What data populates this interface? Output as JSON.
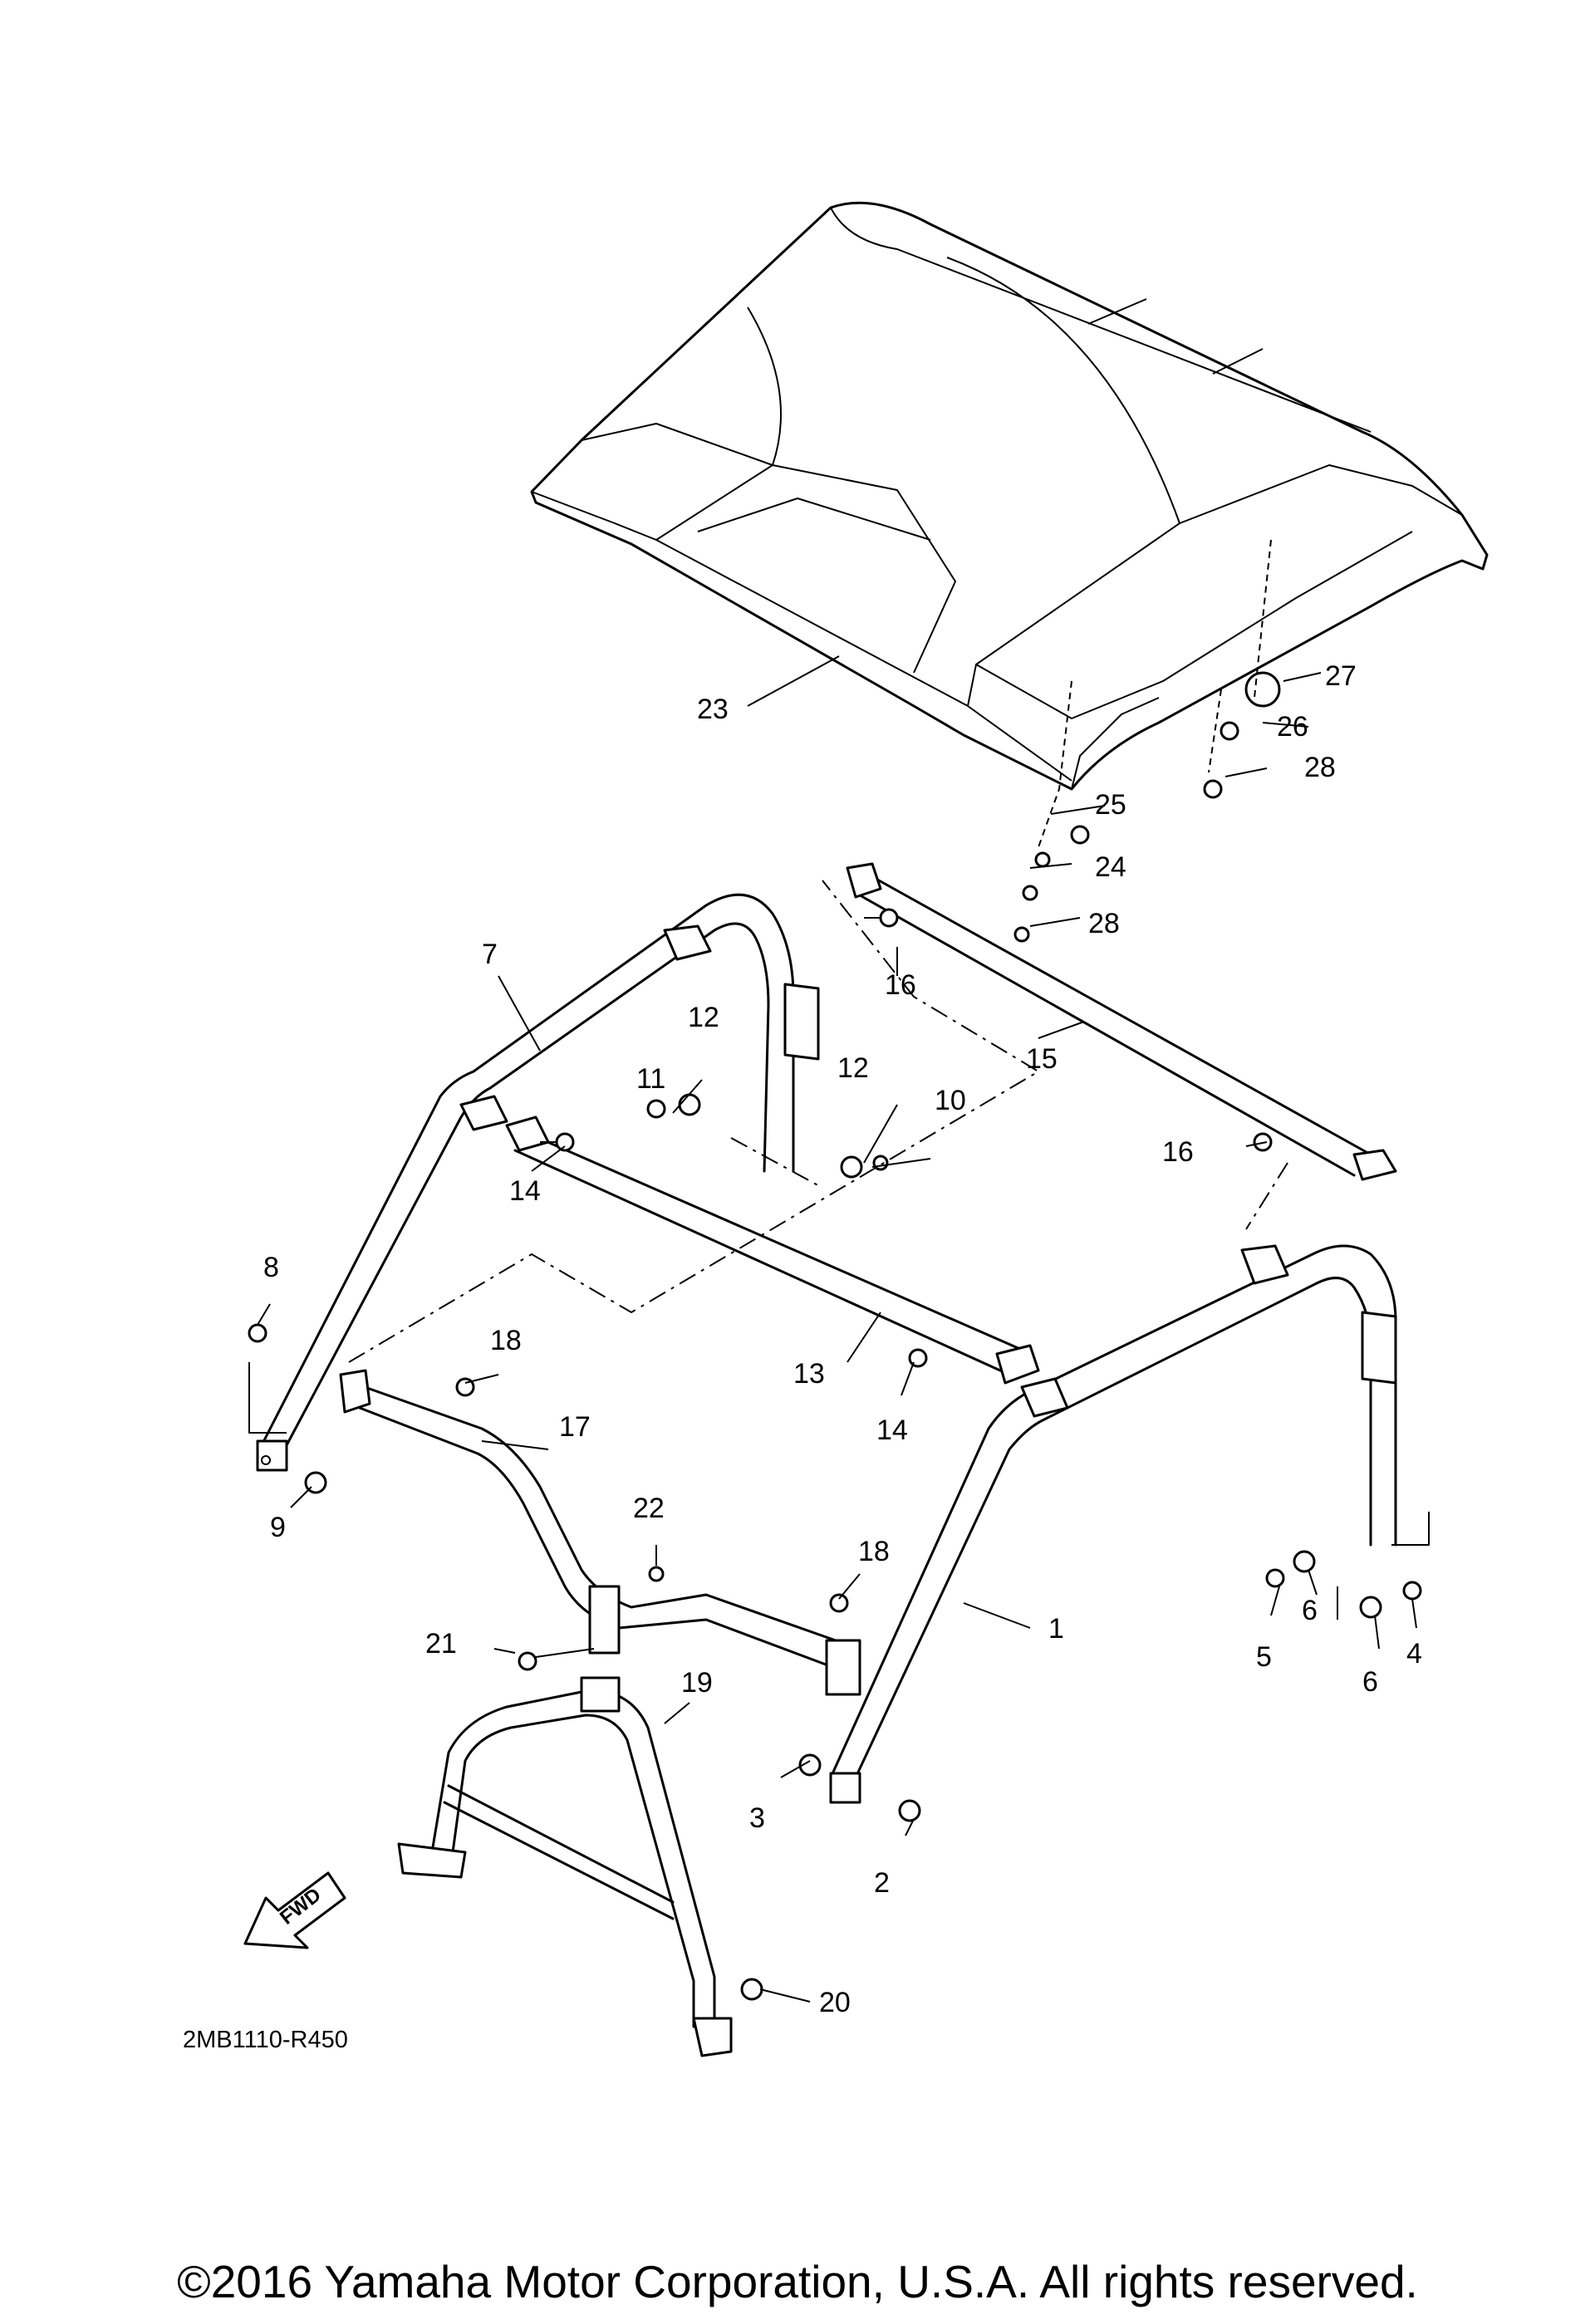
{
  "diagram": {
    "drawing_code": "2MB1110-R450",
    "fwd_label": "FWD",
    "callouts": [
      "1",
      "2",
      "3",
      "4",
      "5",
      "6",
      "6",
      "7",
      "8",
      "9",
      "10",
      "11",
      "12",
      "12",
      "13",
      "14",
      "14",
      "15",
      "16",
      "16",
      "17",
      "18",
      "18",
      "19",
      "20",
      "21",
      "22",
      "23",
      "24",
      "25",
      "26",
      "27",
      "28",
      "28"
    ]
  },
  "footer": {
    "copyright": "©2016 Yamaha Motor Corporation, U.S.A. All rights reserved."
  }
}
